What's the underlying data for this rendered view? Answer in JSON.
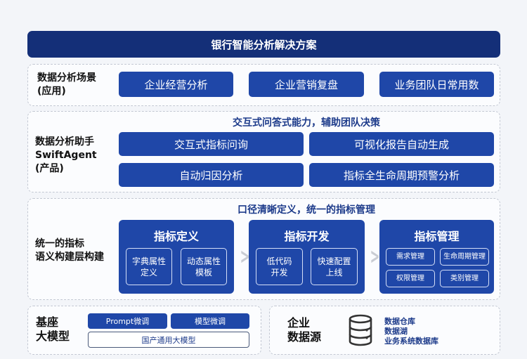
{
  "title": "银行智能分析解决方案",
  "rows": {
    "scenarios": {
      "label_line1": "数据分析场景",
      "label_line2": "(应用)",
      "items": [
        "企业经营分析",
        "企业营销复盘",
        "业务团队日常用数"
      ]
    },
    "assistant": {
      "label_line1": "数据分析助手",
      "label_line2": "SwiftAgent",
      "label_line3": "(产品)",
      "subtitle": "交互式问答式能力，辅助团队决策",
      "items": [
        "交互式指标问询",
        "可视化报告自动生成",
        "自动归因分析",
        "指标全生命周期预警分析"
      ]
    },
    "semantic": {
      "label_line1": "统一的指标",
      "label_line2": "语义构建层构建",
      "subtitle": "口径清晰定义，统一的指标管理",
      "cards": [
        {
          "title": "指标定义",
          "items": [
            [
              "字典属性",
              "定义"
            ],
            [
              "动态属性",
              "模板"
            ]
          ]
        },
        {
          "title": "指标开发",
          "items": [
            [
              "低代码",
              "开发"
            ],
            [
              "快速配置",
              "上线"
            ]
          ]
        },
        {
          "title": "指标管理",
          "items": [
            "需求管理",
            "生命周期管理",
            "权限管理",
            "类别管理"
          ]
        }
      ],
      "arrow_icon": "chevron-right"
    },
    "base_model": {
      "label_line1": "基座",
      "label_line2": "大模型",
      "buttons": [
        "Prompt微调",
        "模型微调"
      ],
      "foundation": "国产通用大模型"
    },
    "data_source": {
      "label_line1": "企业",
      "label_line2": "数据源",
      "icon": "database-icon",
      "items": [
        "数据仓库",
        "数据湖",
        "业务系统数据库"
      ]
    }
  },
  "colors": {
    "title_bg": "#142f78",
    "accent": "#1f47a8",
    "subtitle": "#1c3a8a",
    "background": "#f3f5f9"
  }
}
